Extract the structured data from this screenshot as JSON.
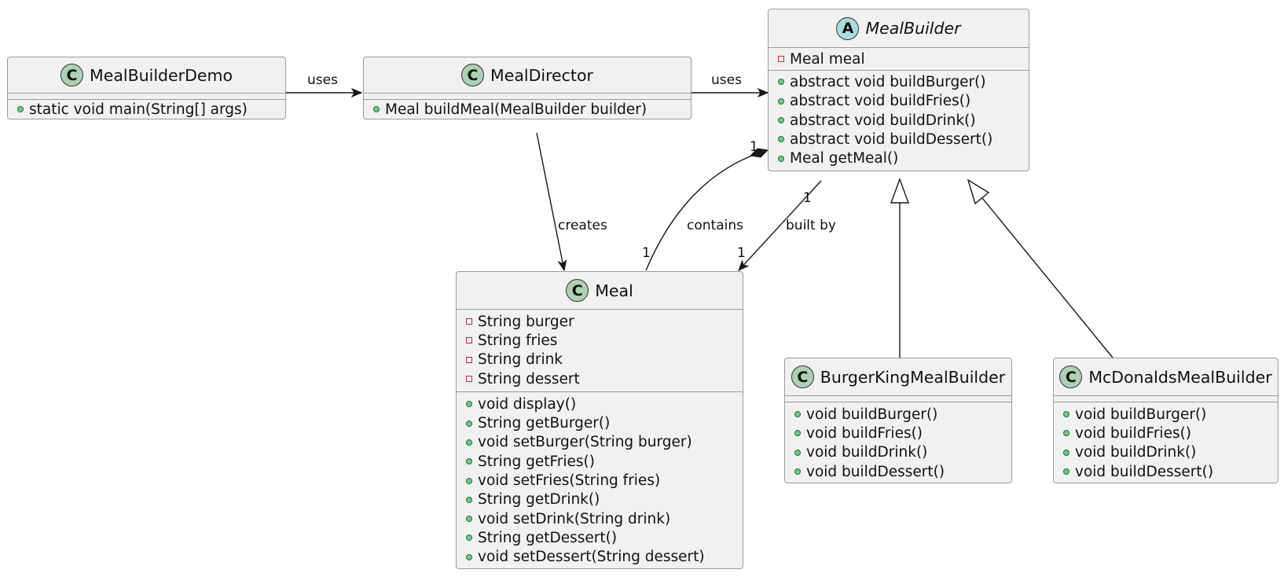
{
  "classes": {
    "demo": {
      "kind": "C",
      "name": "MealBuilderDemo",
      "fields": [],
      "methods": [
        {
          "vis": "public",
          "text": "static void main(String[] args)"
        }
      ]
    },
    "director": {
      "kind": "C",
      "name": "MealDirector",
      "fields": [],
      "methods": [
        {
          "vis": "public",
          "text": "Meal buildMeal(MealBuilder builder)"
        }
      ]
    },
    "builder": {
      "kind": "A",
      "name": "MealBuilder",
      "fields": [
        {
          "vis": "private",
          "text": "Meal meal"
        }
      ],
      "methods": [
        {
          "vis": "public",
          "text": "abstract void buildBurger()"
        },
        {
          "vis": "public",
          "text": "abstract void buildFries()"
        },
        {
          "vis": "public",
          "text": "abstract void buildDrink()"
        },
        {
          "vis": "public",
          "text": "abstract void buildDessert()"
        },
        {
          "vis": "public",
          "text": "Meal getMeal()"
        }
      ]
    },
    "meal": {
      "kind": "C",
      "name": "Meal",
      "fields": [
        {
          "vis": "private",
          "text": "String burger"
        },
        {
          "vis": "private",
          "text": "String fries"
        },
        {
          "vis": "private",
          "text": "String drink"
        },
        {
          "vis": "private",
          "text": "String dessert"
        }
      ],
      "methods": [
        {
          "vis": "public",
          "text": "void display()"
        },
        {
          "vis": "public",
          "text": "String getBurger()"
        },
        {
          "vis": "public",
          "text": "void setBurger(String burger)"
        },
        {
          "vis": "public",
          "text": "String getFries()"
        },
        {
          "vis": "public",
          "text": "void setFries(String fries)"
        },
        {
          "vis": "public",
          "text": "String getDrink()"
        },
        {
          "vis": "public",
          "text": "void setDrink(String drink)"
        },
        {
          "vis": "public",
          "text": "String getDessert()"
        },
        {
          "vis": "public",
          "text": "void setDessert(String dessert)"
        }
      ]
    },
    "bk": {
      "kind": "C",
      "name": "BurgerKingMealBuilder",
      "fields": [],
      "methods": [
        {
          "vis": "public",
          "text": "void buildBurger()"
        },
        {
          "vis": "public",
          "text": "void buildFries()"
        },
        {
          "vis": "public",
          "text": "void buildDrink()"
        },
        {
          "vis": "public",
          "text": "void buildDessert()"
        }
      ]
    },
    "mcd": {
      "kind": "C",
      "name": "McDonaldsMealBuilder",
      "fields": [],
      "methods": [
        {
          "vis": "public",
          "text": "void buildBurger()"
        },
        {
          "vis": "public",
          "text": "void buildFries()"
        },
        {
          "vis": "public",
          "text": "void buildDrink()"
        },
        {
          "vis": "public",
          "text": "void buildDessert()"
        }
      ]
    }
  },
  "relations": {
    "demo_uses": {
      "label": "uses"
    },
    "director_uses": {
      "label": "uses"
    },
    "creates": {
      "label": "creates"
    },
    "contains": {
      "label": "contains",
      "mult_builder": "1",
      "mult_meal": "1"
    },
    "built_by": {
      "label": "built by",
      "mult_builder": "1",
      "mult_meal": "1"
    }
  }
}
